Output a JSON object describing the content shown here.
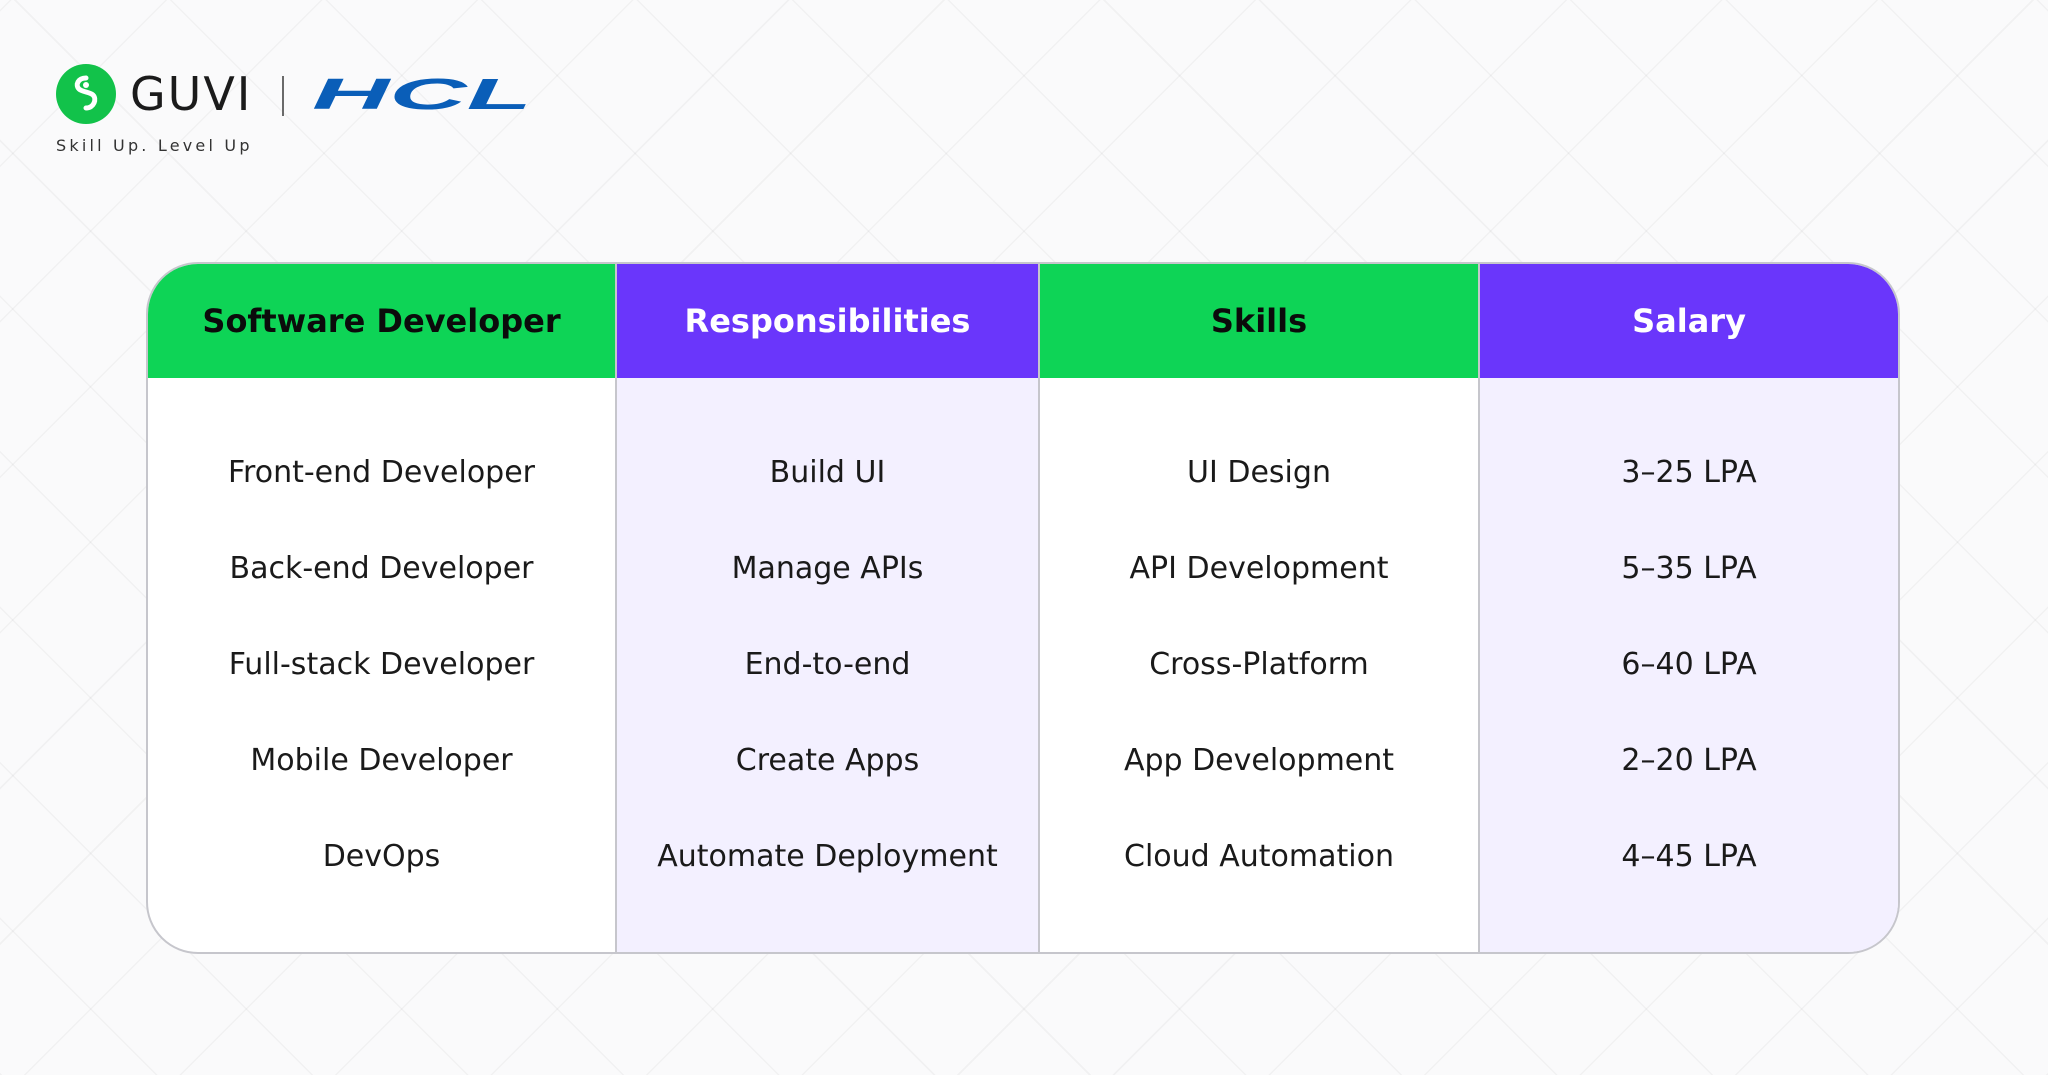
{
  "brand": {
    "guvi": "GUVI",
    "hcl": "HCL",
    "tagline": "Skill Up. Level Up",
    "icons": {
      "guvi_logo": "guvi-logo-icon",
      "hcl_logo": "hcl-logo"
    },
    "colors": {
      "guvi_green": "#12c24a",
      "hcl_blue": "#0a5eb8"
    }
  },
  "table": {
    "colors": {
      "green": "#0ed456",
      "purple": "#6a36fb",
      "tint": "#f3f0ff"
    },
    "columns": [
      {
        "header": "Software Developer",
        "header_color": "green",
        "cells": [
          "Front-end Developer",
          "Back-end Developer",
          "Full-stack Developer",
          "Mobile Developer",
          "DevOps"
        ]
      },
      {
        "header": "Responsibilities",
        "header_color": "purple",
        "cells": [
          "Build UI",
          "Manage APIs",
          "End-to-end",
          "Create Apps",
          "Automate Deployment"
        ]
      },
      {
        "header": "Skills",
        "header_color": "green",
        "cells": [
          "UI Design",
          "API Development",
          "Cross-Platform",
          "App Development",
          "Cloud Automation"
        ]
      },
      {
        "header": "Salary",
        "header_color": "purple",
        "cells": [
          "3–25 LPA",
          "5–35 LPA",
          "6–40 LPA",
          "2–20 LPA",
          "4–45 LPA"
        ]
      }
    ]
  }
}
